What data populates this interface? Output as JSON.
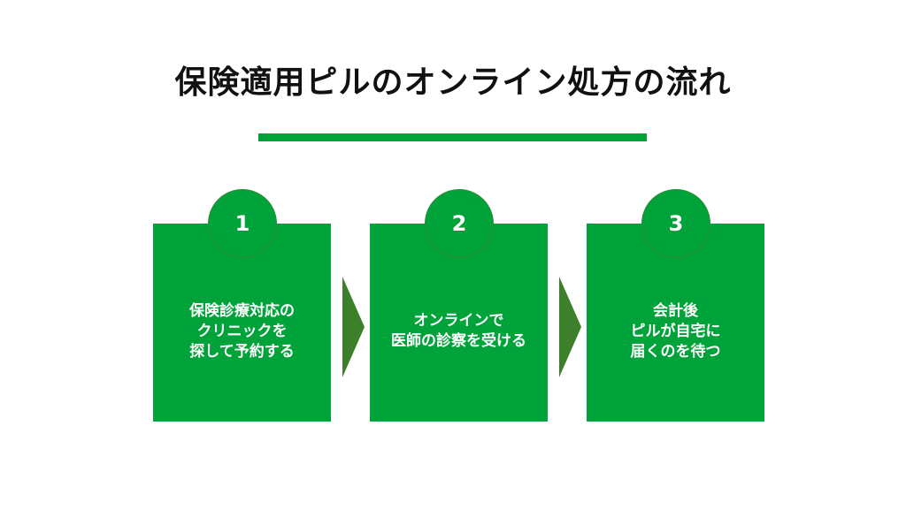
{
  "title": "保険適用ピルのオンライン処方の流れ",
  "steps": [
    {
      "number": "1",
      "text": "保険診療対応の\nクリニックを\n探して予約する"
    },
    {
      "number": "2",
      "text": "オンラインで\n医師の診察を受ける"
    },
    {
      "number": "3",
      "text": "会計後\nピルが自宅に\n届くのを待つ"
    }
  ],
  "colors": {
    "accent": "#00a23a",
    "arrow": "#3d7f2a"
  }
}
